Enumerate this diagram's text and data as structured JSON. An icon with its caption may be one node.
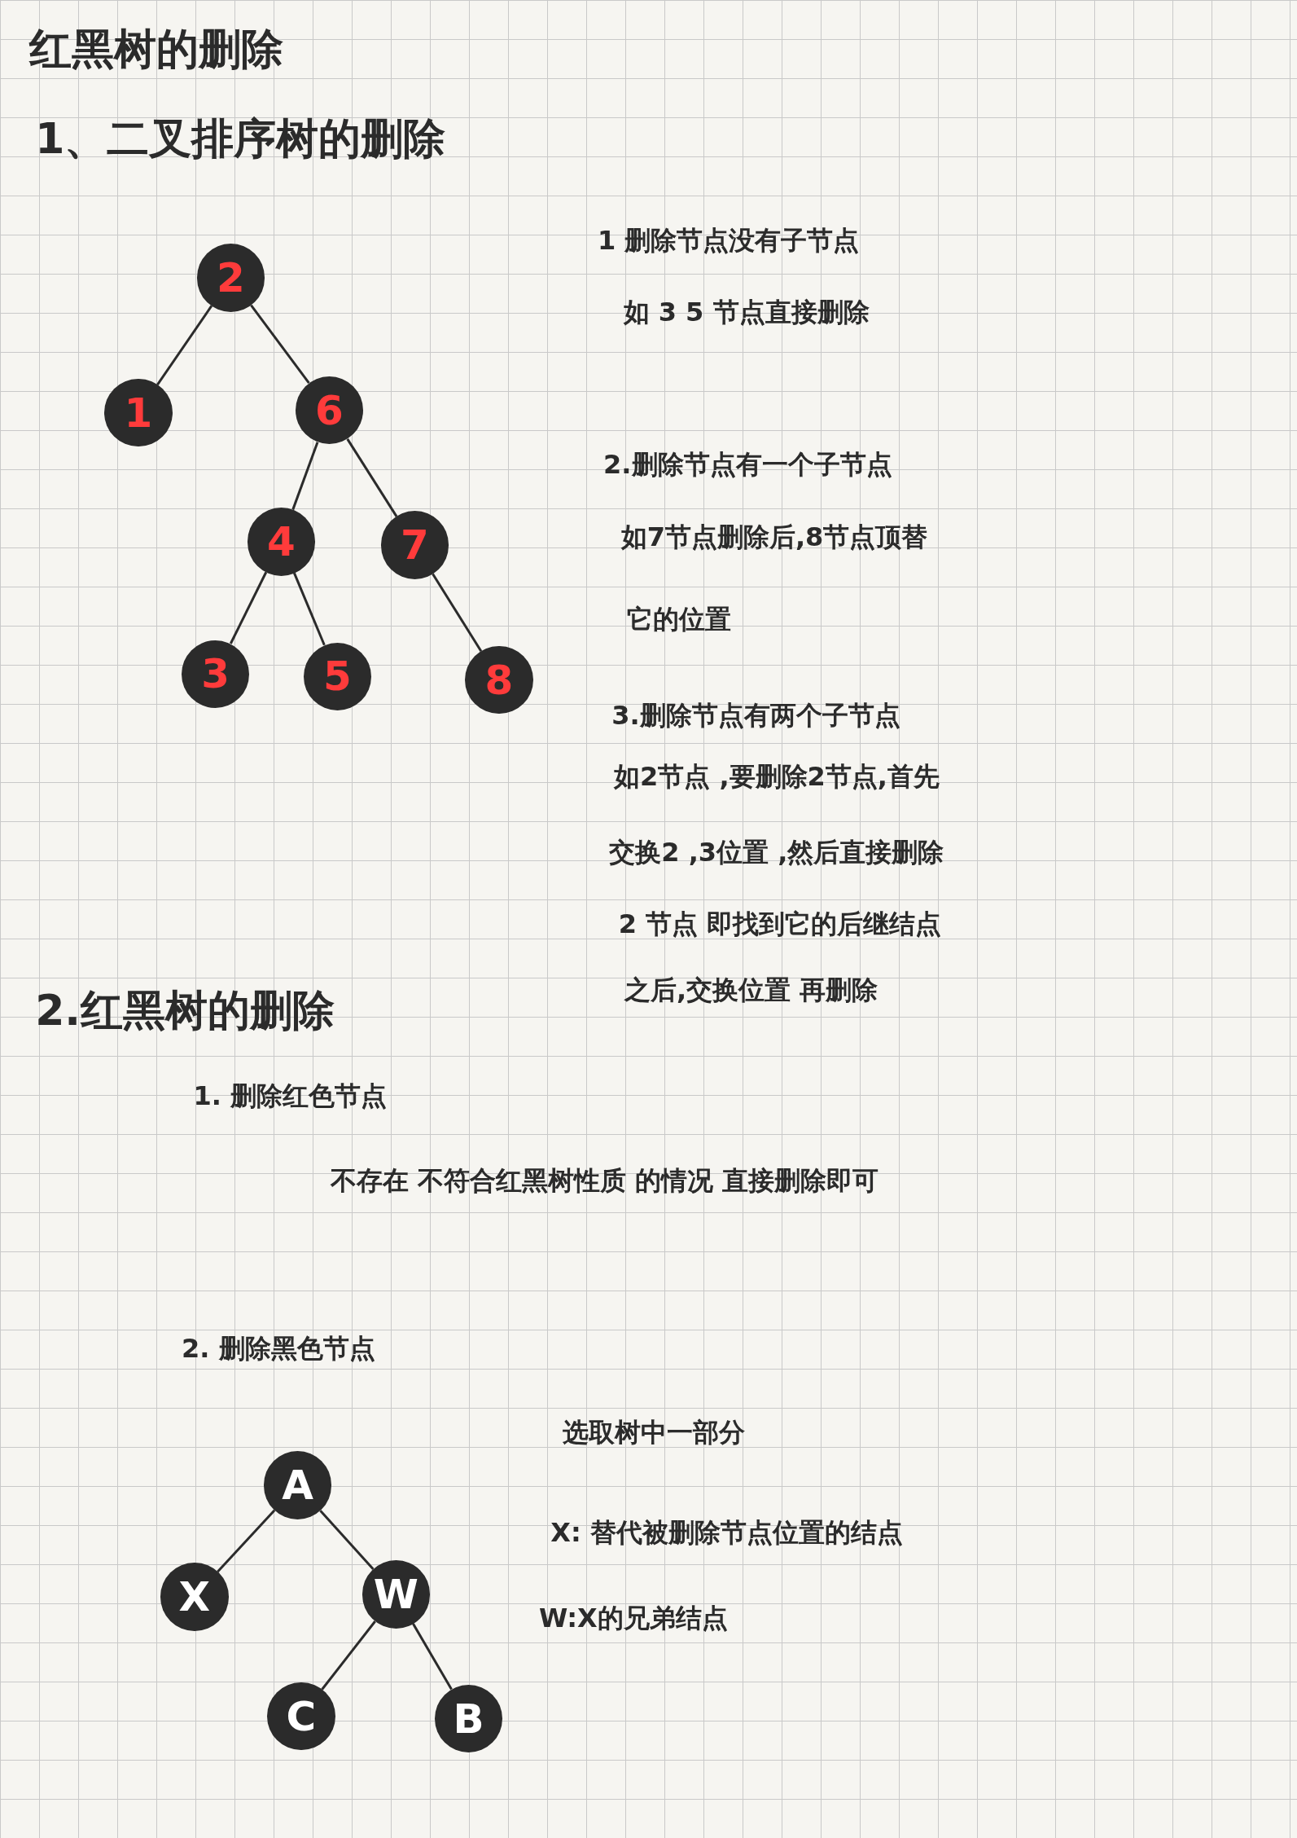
{
  "diagram": {
    "title": "红黑树的删除",
    "nodes": [
      {
        "text": [
          "2"
        ]
      },
      {
        "text": [
          "1"
        ]
      },
      {
        "text": [
          "6"
        ]
      },
      {
        "text": [
          "4"
        ]
      },
      {
        "text": [
          "7"
        ]
      },
      {
        "text": [
          "3"
        ]
      },
      {
        "text": [
          "5"
        ]
      },
      {
        "text": [
          "8"
        ]
      },
      {
        "text": [
          "A"
        ]
      },
      {
        "text": [
          "X"
        ]
      },
      {
        "text": [
          "W"
        ]
      },
      {
        "text": [
          "C"
        ]
      },
      {
        "text": [
          "B"
        ]
      }
    ],
    "edges": [
      {
        "from": 0,
        "to": 1,
        "arrow": "none"
      },
      {
        "from": 0,
        "to": 2,
        "arrow": "none"
      },
      {
        "from": 2,
        "to": 3,
        "arrow": "none"
      },
      {
        "from": 2,
        "to": 4,
        "arrow": "none"
      },
      {
        "from": 3,
        "to": 5,
        "arrow": "none"
      },
      {
        "from": 3,
        "to": 6,
        "arrow": "none"
      },
      {
        "from": 4,
        "to": 7,
        "arrow": "none"
      },
      {
        "from": 8,
        "to": 9,
        "arrow": "none"
      },
      {
        "from": 8,
        "to": 10,
        "arrow": "none"
      },
      {
        "from": 10,
        "to": 11,
        "arrow": "none"
      },
      {
        "from": 10,
        "to": 12,
        "arrow": "none"
      }
    ],
    "labels": [
      "1、二叉排序树的删除",
      "1 删除节点没有子节点",
      "如 3 5 节点直接删除",
      "2.删除节点有一个子节点",
      "如7节点删除后,8节点顶替",
      "它的位置",
      "3.删除节点有两个子节点",
      "如2节点 ,要删除2节点,首先",
      "交换2 ,3位置 ,然后直接删除",
      "2 节点 即找到它的后继结点",
      "之后,交换位置 再删除",
      "2.红黑树的删除",
      "1. 删除红色节点",
      "不存在 不符合红黑树性质 的情况 直接删除即可",
      "2. 删除黑色节点",
      "选取树中一部分",
      "X: 替代被删除节点位置的结点",
      "W:X的兄弟结点"
    ]
  }
}
